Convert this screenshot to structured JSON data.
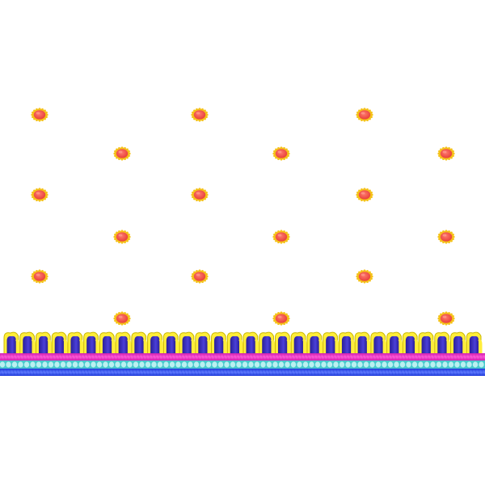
{
  "colors": {
    "background": "#ffffff",
    "dot_fill": "#e8403a",
    "dot_highlight": "#ff7a6e",
    "dot_rim": "#f5c21a",
    "scallop_outer": "#ffee3a",
    "scallop_outline": "#c9b700",
    "scallop_inner": "#4a3fd8",
    "scallop_inner_dark": "#2a1f9a",
    "magenta_band": "#d11fb0",
    "magenta_band_light": "#ff5ad8",
    "cyan_band": "#49c8cc",
    "cyan_band_light": "#b9f1f0",
    "blue_band": "#1f3ad9",
    "blue_band_light": "#5f7bff"
  },
  "pattern": {
    "name": "embroidery-polka-dot-with-scalloped-border",
    "dot_rows": 6,
    "scallop_count": 30
  }
}
